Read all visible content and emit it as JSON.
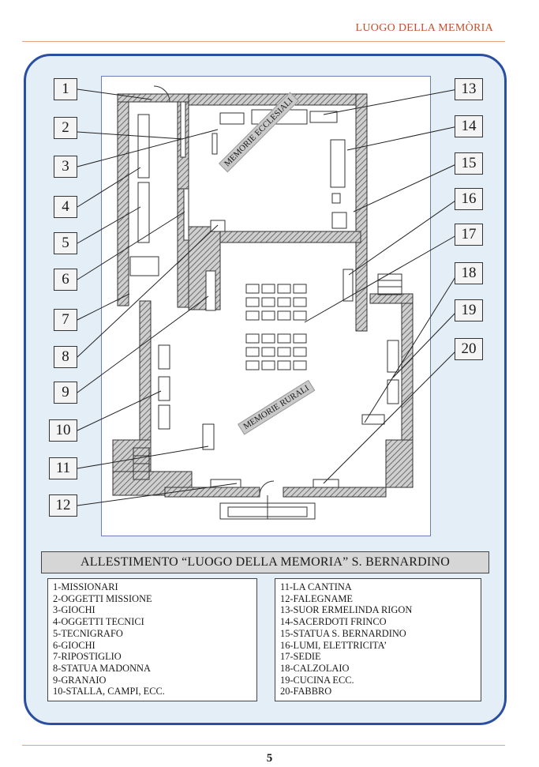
{
  "header": {
    "title": "LUOGO DELLA MEMÒRIA"
  },
  "page_number": "5",
  "plan": {
    "room_labels": {
      "upper": "MEMORIE ECCLESIALI",
      "lower": "MEMORIE RURALI"
    },
    "callouts": [
      "1",
      "2",
      "3",
      "4",
      "5",
      "6",
      "7",
      "8",
      "9",
      "10",
      "11",
      "12",
      "13",
      "14",
      "15",
      "16",
      "17",
      "18",
      "19",
      "20"
    ]
  },
  "caption": {
    "title": "ALLESTIMENTO “LUOGO DELLA MEMORIA” S. BERNARDINO"
  },
  "legend": {
    "left": [
      "1-MISSIONARI",
      "2-OGGETTI MISSIONE",
      "3-GIOCHI",
      "4-OGGETTI TECNICI",
      "5-TECNIGRAFO",
      "6-GIOCHI",
      "7-RIPOSTIGLIO",
      "8-STATUA MADONNA",
      "9-GRANAIO",
      "10-STALLA, CAMPI,  ECC."
    ],
    "right": [
      "11-LA CANTINA",
      "12-FALEGNAME",
      "13-SUOR ERMELINDA RIGON",
      "14-SACERDOTI FRINCO",
      "15-STATUA S. BERNARDINO",
      "16-LUMI, ELETTRICITA’",
      "17-SEDIE",
      "18-CALZOLAIO",
      "19-CUCINA ECC.",
      "20-FABBRO"
    ]
  }
}
